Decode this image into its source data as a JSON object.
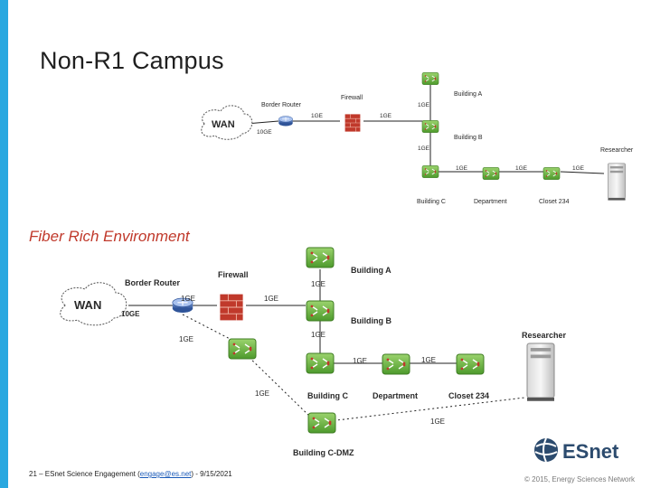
{
  "title": "Non-R1 Campus",
  "subtitle": "Fiber Rich Environment",
  "diagram_top": {
    "wan": "WAN",
    "border_router": "Border Router",
    "firewall": "Firewall",
    "link_10ge": "10GE",
    "link_fw_in": "1GE",
    "link_fw_out": "1GE",
    "building_a": "Building A",
    "link_a_b": "1GE",
    "building_b": "Building B",
    "link_b_c": "1GE",
    "building_c": "Building C",
    "link_c_dept": "1GE",
    "department": "Department",
    "link_dept_closet": "1GE",
    "closet": "Closet 234",
    "researcher": "Researcher"
  },
  "diagram_bottom": {
    "wan": "WAN",
    "border_router": "Border Router",
    "firewall": "Firewall",
    "link_10ge": "10GE",
    "link_fw_in": "1GE",
    "link_fw_out": "1GE",
    "building_a": "Building A",
    "link_a_b": "1GE",
    "building_b": "Building B",
    "link_b_c": "1GE",
    "building_c": "Building C",
    "link_c_dept": "1GE",
    "department": "Department",
    "link_dept_closet": "1GE",
    "closet": "Closet 234",
    "researcher": "Researcher",
    "link_router_dmz": "1GE",
    "link_dmz_mid": "1GE",
    "link_dmz_researcher": "1GE",
    "building_c_dmz": "Building C-DMZ"
  },
  "footer": {
    "left_prefix": "21 – ESnet Science Engagement (",
    "email": "engage@es.net",
    "left_suffix": ") - 9/15/2021",
    "right": "© 2015, Energy Sciences Network"
  },
  "logo": {
    "text": "ESnet"
  },
  "colors": {
    "accent": "#29a8e0",
    "switch": "#5fae3c",
    "router": "#4a6fb5",
    "firewall": "#c0392b",
    "subtitle": "#c0392b",
    "logo": "#2c4b6e"
  }
}
